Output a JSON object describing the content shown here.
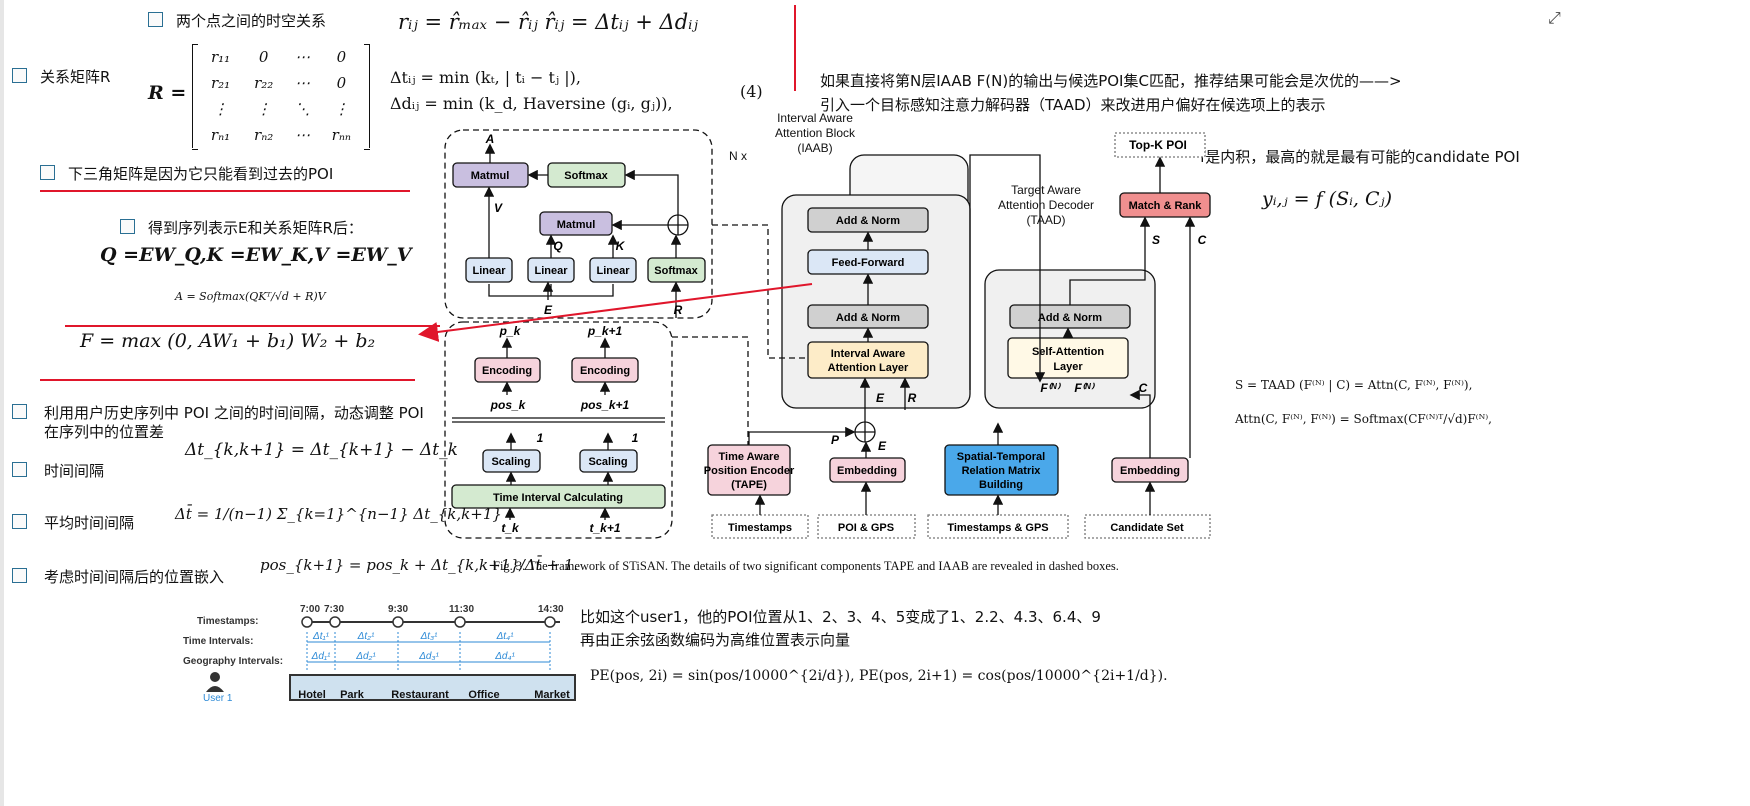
{
  "notes": {
    "spatiotemporal": "两个点之间的时空关系",
    "relation_matrix": "关系矩阵R",
    "lower_triangular": "下三角矩阵是因为它只能看到过去的POI",
    "after_seq": "得到序列表示E和关系矩阵R后：",
    "interval_line1": "利用用户历史序列中 POI 之间的时间间隔，动态调整 POI",
    "interval_line2": "在序列中的位置差",
    "time_interval": "时间间隔",
    "avg_interval": "平均时间间隔",
    "pos_embed": "考虑时间间隔后的位置嵌入",
    "taad_line1": "如果直接将第N层IAAB F(N)的输出与候选POI集C匹配，推荐结果可能会是次优的——>",
    "taad_line2": "引入一个目标感知注意力解码器（TAAD）来改进用户偏好在候选项上的表示",
    "inner_product": "f是内积，最高的就是最有可能的candidate POI",
    "example_line1": "比如这个user1，他的POI位置从1、2、3、4、5变成了1、2.2、4.3、6.4、9",
    "example_line2": "再由正余弦函数编码为高维位置表示向量"
  },
  "formulas": {
    "r_ij": "rᵢⱼ = r̂ₘₐₓ − r̂ᵢⱼ     r̂ᵢⱼ = Δtᵢⱼ + Δdᵢⱼ",
    "R_label": "R =",
    "matrix": [
      [
        "r₁₁",
        "0",
        "⋯",
        "0"
      ],
      [
        "r₂₁",
        "r₂₂",
        "⋯",
        "0"
      ],
      [
        "⋮",
        "⋮",
        "⋱",
        "⋮"
      ],
      [
        "rₙ₁",
        "rₙ₂",
        "⋯",
        "rₙₙ"
      ]
    ],
    "delta_t": "Δtᵢⱼ = min (kₜ, | tᵢ − tⱼ |),",
    "delta_d": "Δdᵢⱼ = min (k_d, Haversine (gᵢ, gⱼ)),",
    "eq_number": "(4)",
    "qkv": "Q =EW_Q,K =EW_K,V =EW_V",
    "attn": "A = Softmax(QKᵀ/√d + R)V",
    "ffn": "F = max (0, AW₁ + b₁) W₂ + b₂",
    "delta_tk": "Δt_{k,k+1} = Δt_{k+1} − Δt_k",
    "avg_t": "Δt̄ = 1/(n−1) Σ_{k=1}^{n−1} Δt_{k,k+1}",
    "pos": "pos_{k+1} = pos_k + Δt_{k,k+1}/Δt̄ + 1.",
    "y_ij": "yᵢ,ⱼ = f (Sᵢ, Cⱼ)",
    "S_taad": "S = TAAD (F⁽ᴺ⁾ | C) = Attn(C, F⁽ᴺ⁾, F⁽ᴺ⁾),",
    "attn_taad": "Attn(C, F⁽ᴺ⁾, F⁽ᴺ⁾) = Softmax(CF⁽ᴺ⁾ᵀ/√d)F⁽ᴺ⁾,",
    "pe": "PE(pos, 2i) = sin(pos/10000^{2i/d}), PE(pos, 2i+1) = cos(pos/10000^{2i+1/d})."
  },
  "caption": "Fig. 3.  The framework of STiSAN. The details of two significant components TAPE and IAAB are revealed in dashed boxes.",
  "diagram": {
    "iaab_inner": {
      "matmul_top": "Matmul",
      "softmax_top": "Softmax",
      "matmul_mid": "Matmul",
      "linear": "Linear",
      "softmax_bottom": "Softmax",
      "A": "A",
      "V": "V",
      "Q": "Q",
      "K": "K",
      "E": "E",
      "R": "R"
    },
    "tape_inner": {
      "p_k": "p_k",
      "p_k1": "p_k+1",
      "encoding": "Encoding",
      "pos_k": "pos_k",
      "pos_k1": "pos_k+1",
      "one": "1",
      "scaling": "Scaling",
      "tic": "Time Interval Calculating",
      "t_k": "t_k",
      "t_k1": "t_k+1"
    },
    "nx": "N x",
    "iaab_title": [
      "Interval Aware",
      "Attention Block",
      "(IAAB)"
    ],
    "add_norm": "Add & Norm",
    "feed_forward": "Feed-Forward",
    "ial": [
      "Interval Aware",
      "Attention Layer"
    ],
    "taad_title": [
      "Target Aware",
      "Attention Decoder",
      "(TAAD)"
    ],
    "sal": [
      "Self-Attention",
      "Layer"
    ],
    "match_rank": "Match & Rank",
    "topk": "Top-K POI",
    "tape": [
      "Time Aware",
      "Position Encoder",
      "(TAPE)"
    ],
    "embedding": "Embedding",
    "strm": [
      "Spatial-Temporal",
      "Relation Matrix",
      "Building"
    ],
    "inputs": [
      "Timestamps",
      "POI & GPS",
      "Timestamps & GPS",
      "Candidate Set"
    ],
    "labels": {
      "E": "E",
      "R": "R",
      "P": "P",
      "S": "S",
      "C": "C",
      "F": "F⁽ᴺ⁾"
    }
  },
  "example_figure": {
    "row_labels": [
      "Timestamps:",
      "Time Intervals:",
      "Geography Intervals:"
    ],
    "times": [
      "7:00",
      "7:30",
      "9:30",
      "11:30",
      "14:30"
    ],
    "dt": [
      "Δt₁¹",
      "Δt₂¹",
      "Δt₃¹",
      "Δt₄¹"
    ],
    "dd": [
      "Δd₁¹",
      "Δd₂¹",
      "Δd₃¹",
      "Δd₄¹"
    ],
    "user": "User 1",
    "places": [
      "Hotel",
      "Park",
      "Restaurant",
      "Office",
      "Market"
    ]
  },
  "colors": {
    "red_ink": "#e0162b",
    "checkbox": "#2a6f93",
    "purple": "#c9bfe0",
    "green": "#d4ead0",
    "pink": "#f6d3dc",
    "blue_light": "#dbe7f6",
    "orange_light": "#fdecc8",
    "blue": "#4aa8ea",
    "match_red": "#f08f8f",
    "gray_box": "#d0d0d0",
    "panel_gray": "#f0f0f0"
  },
  "expand_icon": "expand-icon"
}
